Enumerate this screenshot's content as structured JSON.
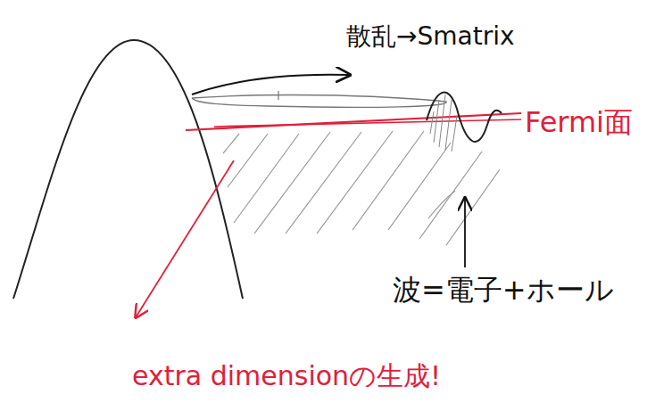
{
  "diagram": {
    "labels": [
      "散乱→Smatrix",
      "Fermi面",
      "波=電子+ホール",
      "extra dimensionの生成!"
    ]
  }
}
